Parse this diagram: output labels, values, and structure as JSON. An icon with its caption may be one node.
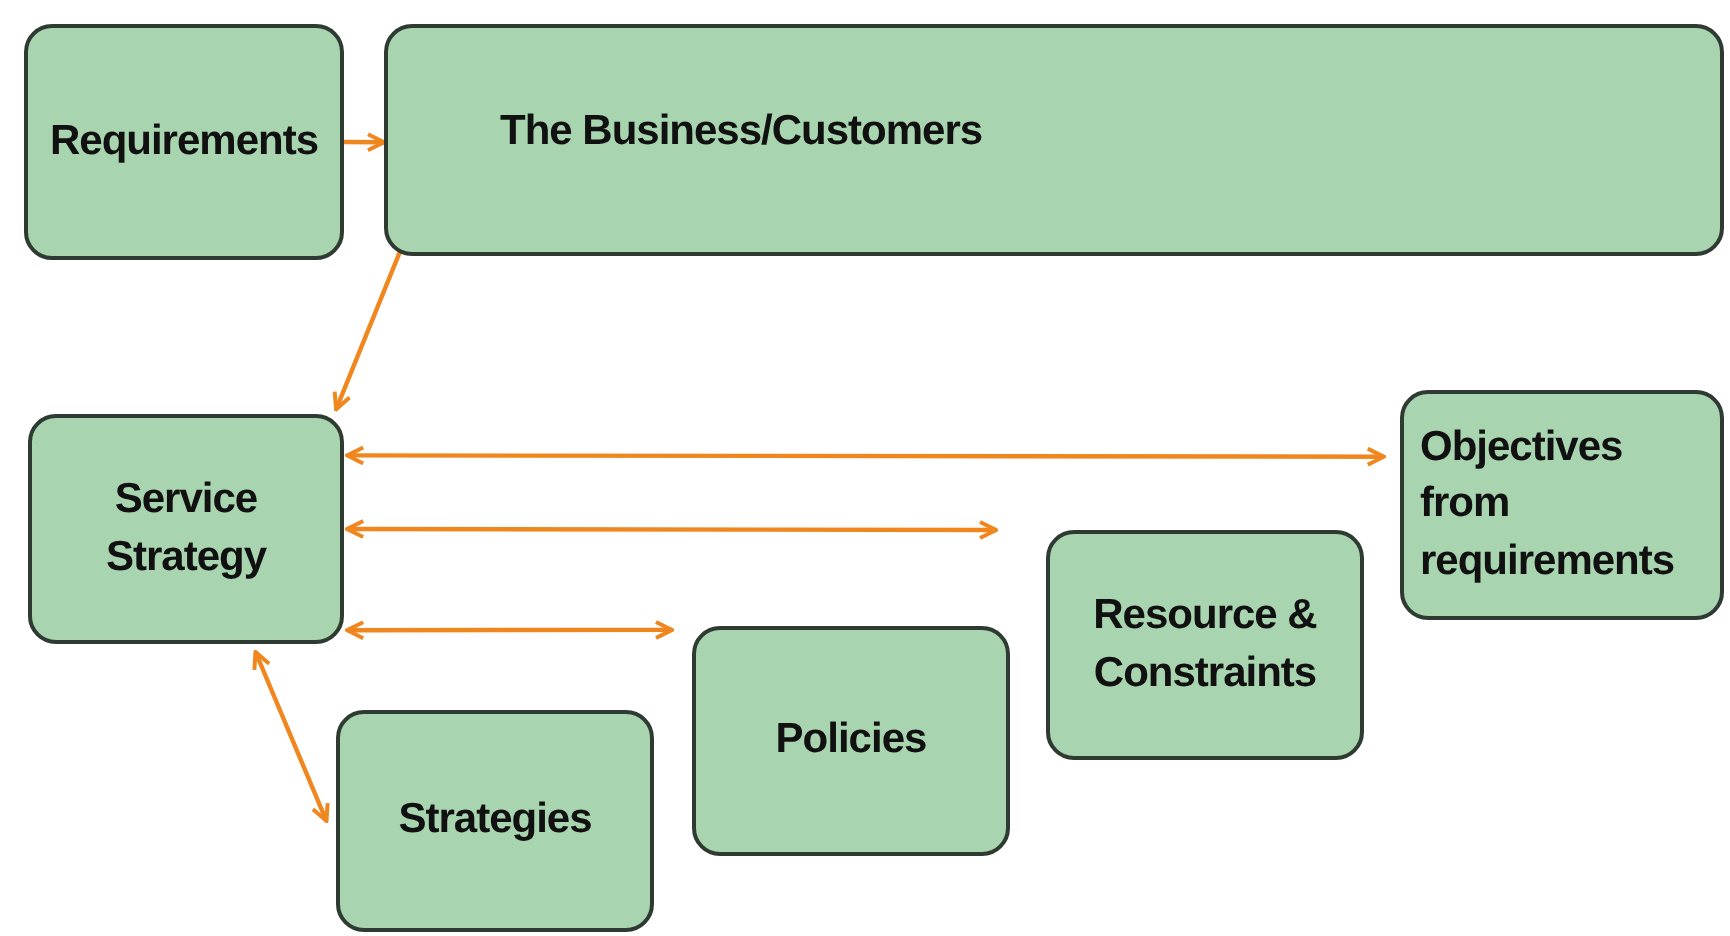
{
  "diagram": {
    "nodes": [
      {
        "text": [
          "Requirements"
        ]
      },
      {
        "text": [
          "The Business/Customers"
        ]
      },
      {
        "text": [
          "Service Strategy"
        ]
      },
      {
        "text": [
          "Objectives from requirements"
        ]
      },
      {
        "text": [
          "Resource & Constraints"
        ]
      },
      {
        "text": [
          "Policies"
        ]
      },
      {
        "text": [
          "Strategies"
        ]
      }
    ],
    "edges": [
      {
        "from": 0,
        "to": 1,
        "arrow": "to"
      },
      {
        "from": 1,
        "to": 2,
        "arrow": "to"
      },
      {
        "from": 2,
        "to": 3,
        "arrow": "both"
      },
      {
        "from": 2,
        "to": 4,
        "arrow": "both"
      },
      {
        "from": 2,
        "to": 5,
        "arrow": "both"
      },
      {
        "from": 2,
        "to": 6,
        "arrow": "both"
      }
    ]
  }
}
